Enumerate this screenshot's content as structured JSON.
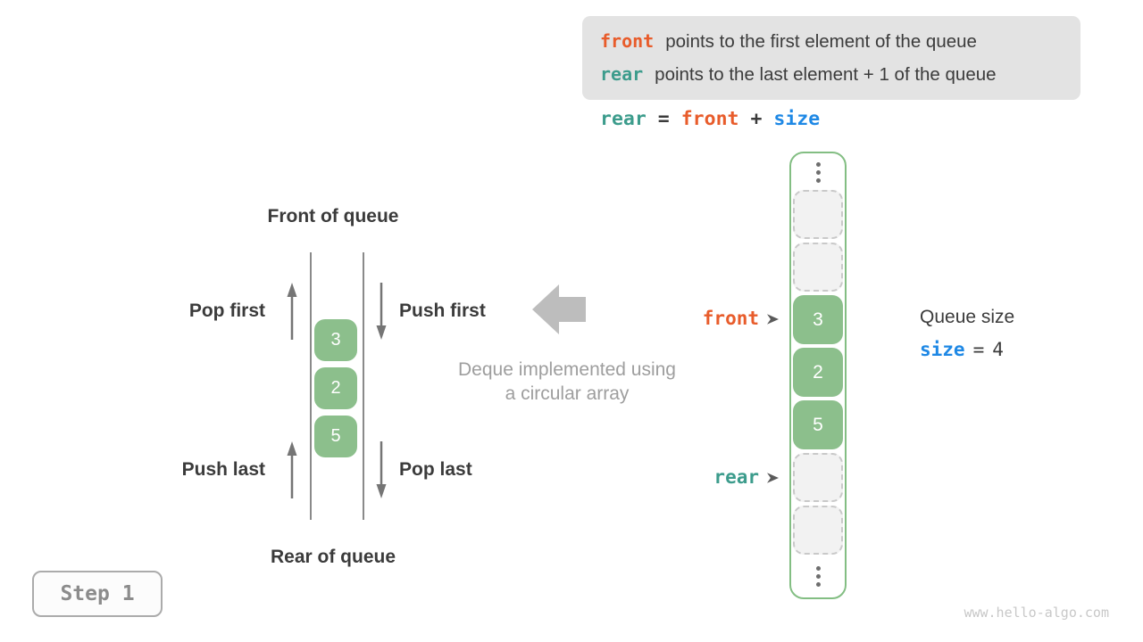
{
  "legend": {
    "lines": [
      {
        "keyword": "front",
        "text": "points to the first element of the queue"
      },
      {
        "keyword": "rear",
        "text": "points to the last element + 1 of the queue"
      }
    ]
  },
  "formula": {
    "parts": [
      {
        "text": "rear"
      },
      {
        "text": "="
      },
      {
        "text": "front"
      },
      {
        "text": "+"
      },
      {
        "text": "size"
      }
    ]
  },
  "left_queue": {
    "front_label": "Front of queue",
    "rear_label": "Rear of queue",
    "actions": {
      "pop_first": "Pop first",
      "push_first": "Push first",
      "push_last": "Push last",
      "pop_last": "Pop last"
    },
    "values": [
      "3",
      "2",
      "5"
    ]
  },
  "center": {
    "caption": [
      "Deque implemented using",
      "a circular array"
    ]
  },
  "array": {
    "cells": [
      {
        "state": "empty"
      },
      {
        "state": "empty"
      },
      {
        "state": "filled",
        "value": "3"
      },
      {
        "state": "filled",
        "value": "2"
      },
      {
        "state": "filled",
        "value": "5"
      },
      {
        "state": "empty"
      },
      {
        "state": "empty"
      }
    ],
    "front_pointer": "front",
    "rear_pointer": "rear"
  },
  "size_info": {
    "title": "Queue size",
    "keyword": "size",
    "operator": "=",
    "value": "4"
  },
  "step_badge": {
    "label": "Step 1"
  },
  "watermark": {
    "text": "www.hello-algo.com"
  },
  "colors": {
    "front_accent": "#E85C2B",
    "rear_accent": "#3C9C8C",
    "size_accent": "#1E88E5",
    "cell_green": "#8CBF8C",
    "array_border_green": "#83BE83",
    "legend_background": "#E3E3E3",
    "text_dark": "#3B3B3B",
    "caption_gray": "#9E9E9E"
  }
}
